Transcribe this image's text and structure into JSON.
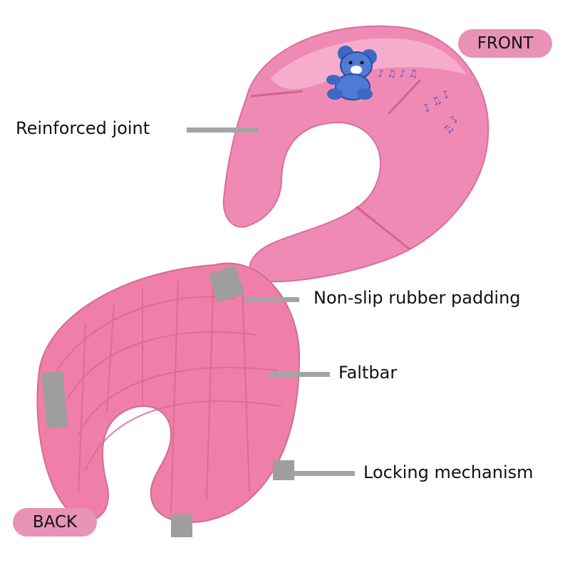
{
  "labels": {
    "front": "FRONT",
    "back": "BACK"
  },
  "callouts": [
    {
      "key": "reinforced-joint",
      "text": "Reinforced joint"
    },
    {
      "key": "non-slip-rubber-padding",
      "text": "Non-slip rubber padding"
    },
    {
      "key": "faltbar",
      "text": "Faltbar"
    },
    {
      "key": "locking-mechanism",
      "text": "Locking mechanism"
    }
  ],
  "colors": {
    "seat_pink": "#ef8ab5",
    "seat_highlight": "#f7b5d1",
    "back_pink": "#ef7fa8",
    "pill_pink": "#e892b6",
    "pad_gray": "#9e9e9e",
    "leader_gray": "#a4a4a4",
    "bear_blue": "#3d68c4"
  },
  "icons": [
    "teddy-bear-icon",
    "music-notes-icon"
  ]
}
